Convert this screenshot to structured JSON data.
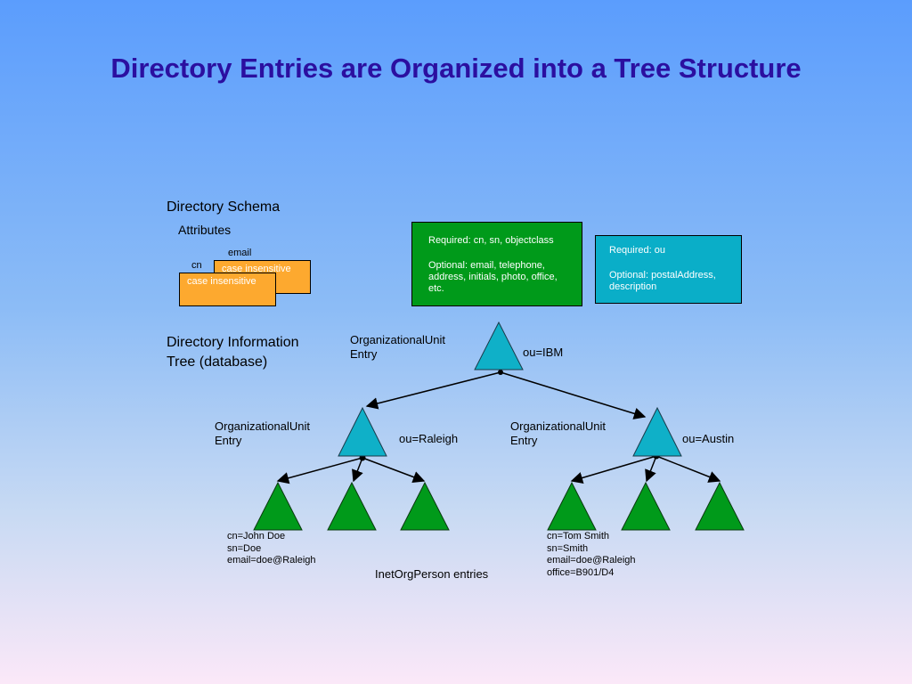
{
  "title": "Directory Entries are Organized into a Tree Structure",
  "schema": {
    "heading": "Directory Schema",
    "attributes_label": "Attributes",
    "attr_email_label": "email",
    "attr_cn_label": "cn",
    "attr_email_box": "case insensitive",
    "attr_cn_box": "case insensitive",
    "person_box": {
      "required": "Required:  cn, sn, objectclass",
      "optional": "Optional:  email, telephone, address, initials, photo, office, etc."
    },
    "ou_box": {
      "required": "Required:  ou",
      "optional": "Optional:  postalAddress, description"
    }
  },
  "dit": {
    "heading_line1": "Directory Information",
    "heading_line2": "Tree (database)",
    "root": {
      "type_line1": "OrganizationalUnit",
      "type_line2": "Entry",
      "name": "ou=IBM"
    },
    "left": {
      "type_line1": "OrganizationalUnit",
      "type_line2": "Entry",
      "name": "ou=Raleigh"
    },
    "right": {
      "type_line1": "OrganizationalUnit",
      "type_line2": "Entry",
      "name": "ou=Austin"
    },
    "leaf_left": [
      "cn=John Doe",
      "sn=Doe",
      "email=doe@Raleigh"
    ],
    "leaf_right": [
      "cn=Tom Smith",
      "sn=Smith",
      "email=doe@Raleigh",
      "office=B901/D4"
    ],
    "leaves_caption": "InetOrgPerson entries"
  },
  "colors": {
    "title": "#2b0fa0",
    "ou_triangle": "#0fb0c8",
    "person_triangle": "#009a1a",
    "person_box": "#009a1a",
    "ou_box": "#0aaec8",
    "attr_box": "#fda92f"
  }
}
